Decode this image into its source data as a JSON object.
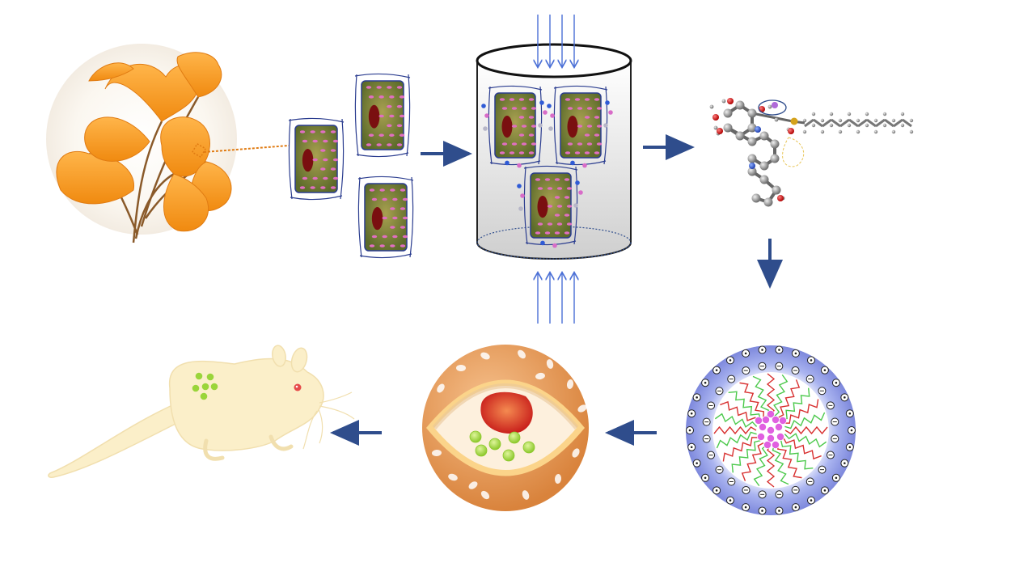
{
  "figure": {
    "steps": [
      {
        "name": "ginkgo-leaves"
      },
      {
        "name": "plant-cells"
      },
      {
        "name": "extraction-vessel"
      },
      {
        "name": "molecule-structure"
      },
      {
        "name": "micelle"
      },
      {
        "name": "liposome-vesicle"
      },
      {
        "name": "mouse"
      }
    ],
    "flow": [
      "right",
      "right",
      "right",
      "down",
      "left",
      "left"
    ],
    "colors": {
      "arrow": "#2f4d8c",
      "ray": "#4a6fd6",
      "leaf": "#f5a623",
      "leaf_dark": "#e07b12",
      "cell_fill": "#8b8a43",
      "cell_dot": "#e06fc0",
      "nucleus": "#7a0f10",
      "micelle_shell": "#8e9ae8",
      "micelle_core": "#e060e0",
      "vesicle_shell": "#e39a55",
      "vesicle_inner": "#fbe7cf",
      "drug_red": "#d8352a",
      "drug_green": "#9ad53a",
      "mouse_body": "#fbefc9"
    }
  }
}
